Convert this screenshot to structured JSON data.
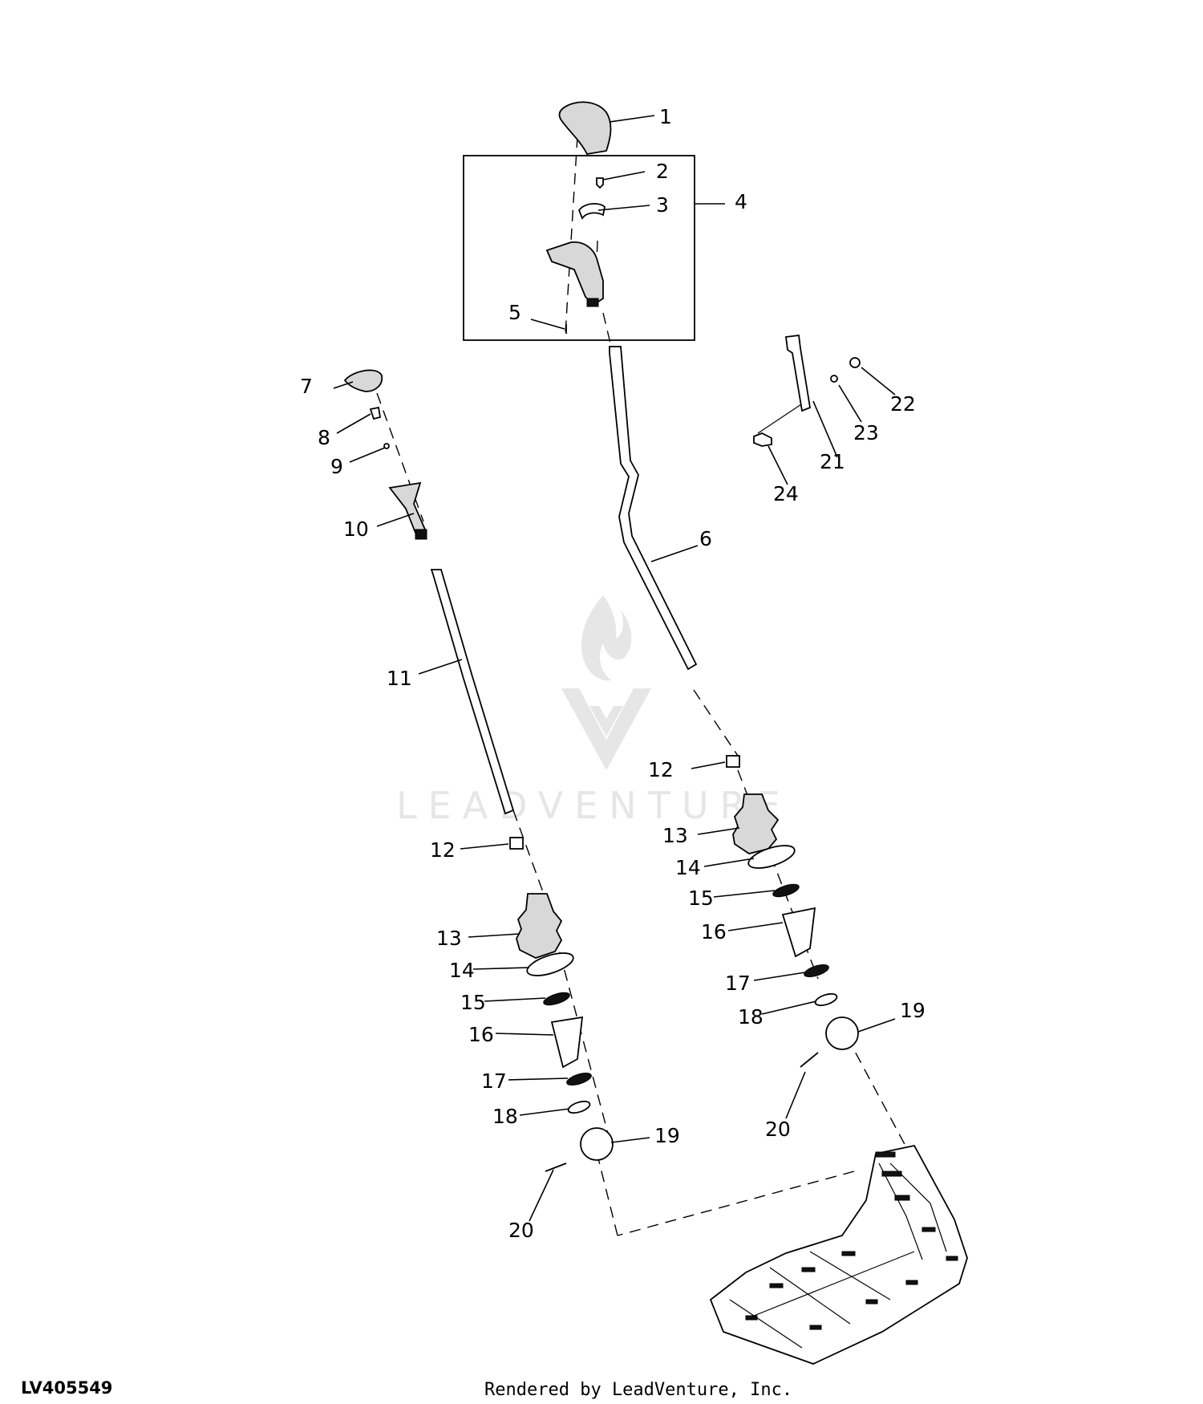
{
  "diagram": {
    "figure_id": "LV405549",
    "credit": "Rendered by LeadVenture, Inc.",
    "watermark": "LEADVENTURE",
    "callouts": {
      "c1": "1",
      "c2": "2",
      "c3": "3",
      "c4": "4",
      "c5": "5",
      "c6": "6",
      "c7": "7",
      "c8": "8",
      "c9": "9",
      "c10": "10",
      "c11": "11",
      "c12a": "12",
      "c13a": "13",
      "c14a": "14",
      "c15a": "15",
      "c16a": "16",
      "c17a": "17",
      "c18a": "18",
      "c19a": "19",
      "c20a": "20",
      "c12b": "12",
      "c13b": "13",
      "c14b": "14",
      "c15b": "15",
      "c16b": "16",
      "c17b": "17",
      "c18b": "18",
      "c19b": "19",
      "c20b": "20",
      "c21": "21",
      "c22": "22",
      "c23": "23",
      "c24": "24"
    }
  }
}
